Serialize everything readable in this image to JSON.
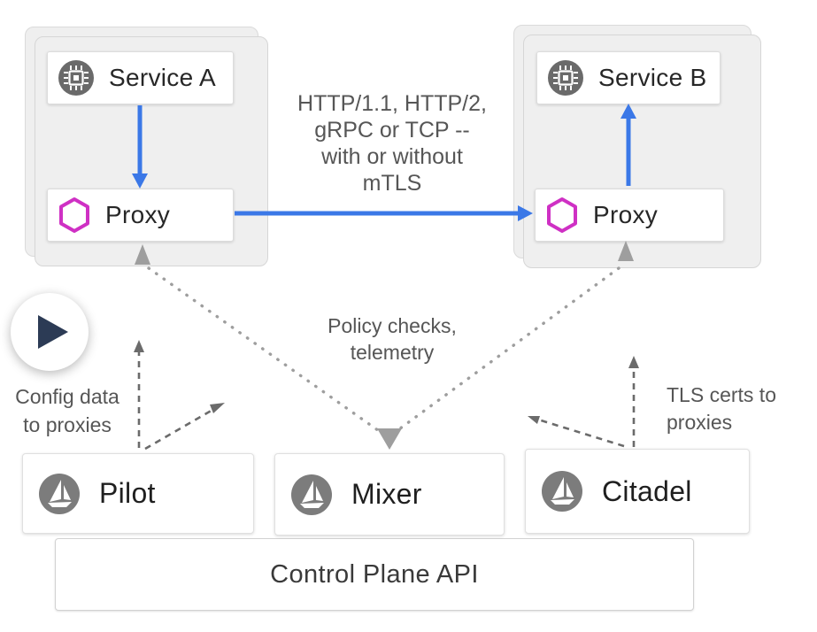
{
  "pods": {
    "a": {
      "service": "Service A",
      "proxy": "Proxy"
    },
    "b": {
      "service": "Service B",
      "proxy": "Proxy"
    }
  },
  "annotations": {
    "traffic": [
      "HTTP/1.1, HTTP/2,",
      "gRPC or TCP --",
      "with or without",
      "mTLS"
    ],
    "policy": [
      "Policy checks,",
      "telemetry"
    ],
    "config": [
      "Config data",
      "to proxies"
    ],
    "tls": [
      "TLS certs to",
      "proxies"
    ]
  },
  "control_plane": {
    "pilot": "Pilot",
    "mixer": "Mixer",
    "citadel": "Citadel",
    "api": "Control Plane API"
  },
  "icons": {
    "service": "chip-icon",
    "proxy": "hexagon-icon",
    "components": "istio-sail-icon",
    "overlay": "play-icon"
  },
  "colors": {
    "traffic_arrow_blue": "#3b78e7",
    "proxy_hexagon_magenta": "#cf30c4",
    "service_icon_circle": "#6a6a6a",
    "istio_icon_circle": "#7c7c7c",
    "dotted_line_gray": "#9e9e9e",
    "dashed_line_gray": "#6b6b6b",
    "play_triangle_navy": "#2c3b55",
    "pod_fill": "#efefef"
  }
}
